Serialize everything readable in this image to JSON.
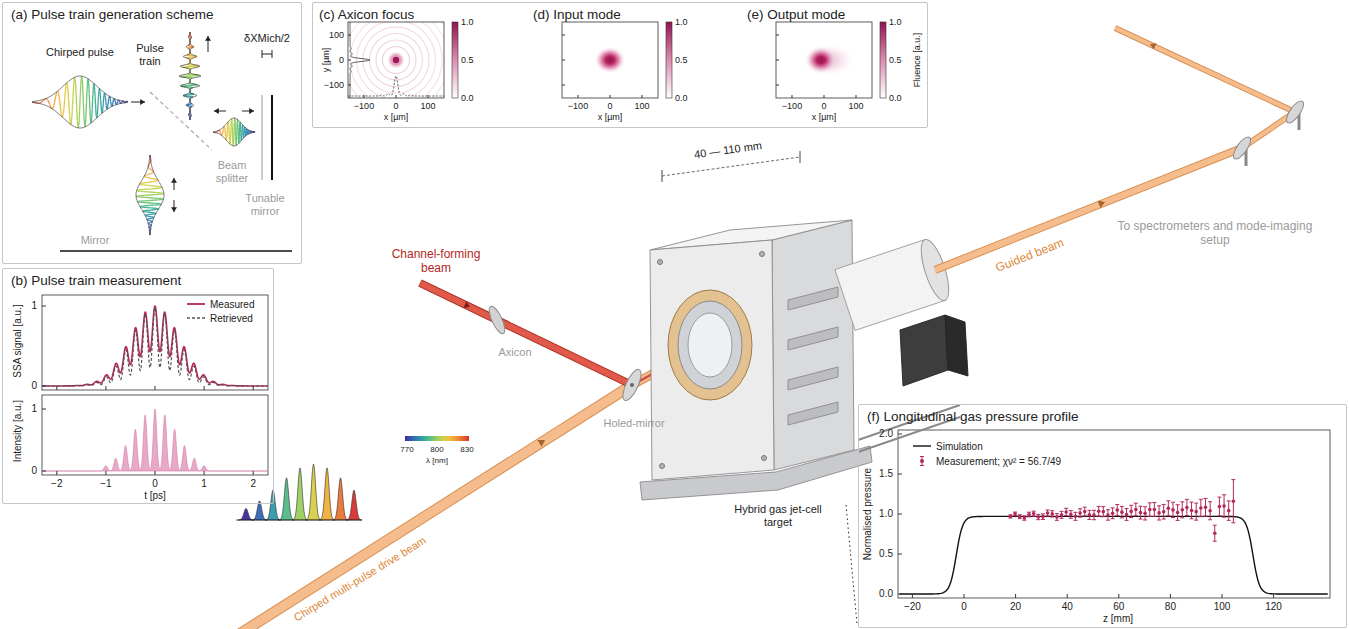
{
  "diagram": {
    "nodes": [
      {
        "text": [
          "(a) Pulse train generation scheme"
        ]
      },
      {
        "text": [
          "(b) Pulse train measurement"
        ]
      },
      {
        "text": [
          "(c) Axicon focus",
          "(d) Input mode",
          "(e) Output mode"
        ]
      },
      {
        "text": [
          "(f) Longitudinal gas pressure profile"
        ]
      }
    ],
    "labels": [
      "Chirped pulse",
      "Pulse train",
      "δXMich/2",
      "Beam splitter",
      "Tunable mirror",
      "Mirror",
      "SSA signal [a.u.]",
      "Intensity [a.u.]",
      "1",
      "0",
      "1",
      "0",
      "−2",
      "−1",
      "0",
      "1",
      "2",
      "t [ps]",
      "100",
      "0",
      "−100",
      "y [µm]",
      "−100",
      "0",
      "100",
      "x [µm]",
      "1.0",
      "0.5",
      "0.0",
      "−100",
      "0",
      "100",
      "x [µm]",
      "1.0",
      "0.5",
      "0.0",
      "−100",
      "0",
      "100",
      "x [µm]",
      "1.0",
      "0.5",
      "0.0",
      "Fluence [a.u.]",
      "Channel-forming beam",
      "Axicon",
      "Holed-mirror",
      "Chirped multi-pulse drive beam",
      "770",
      "800",
      "830",
      "λ [nm]",
      "40 — 110 mm",
      "Hybrid gas jet-cell target",
      "Guided beam",
      "To spectrometers and mode-imaging setup",
      "Normalised pressure",
      "0.0",
      "0.5",
      "1.0",
      "1.5",
      "2.0",
      "−20",
      "0",
      "20",
      "40",
      "60",
      "80",
      "100",
      "120",
      "z [mm]"
    ],
    "legend": [
      {
        "text": "Measured"
      },
      {
        "text": "Retrieved"
      },
      {
        "text": "Simulation"
      },
      {
        "text": "Measurement; χν² = 56.7/49"
      }
    ]
  }
}
